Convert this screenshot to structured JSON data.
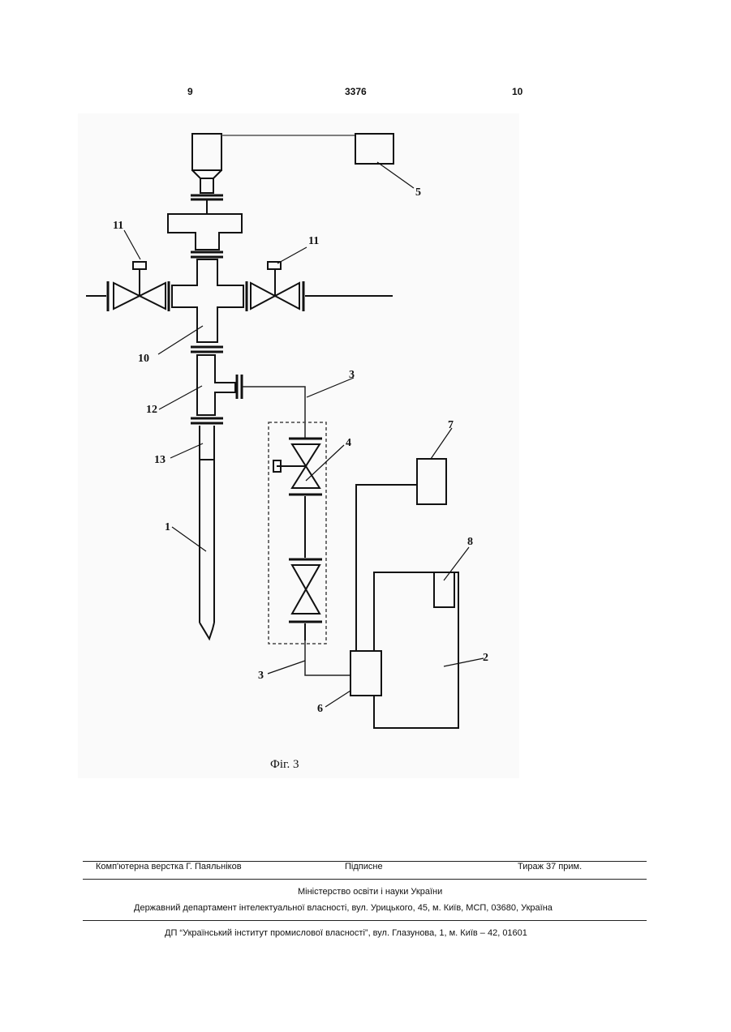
{
  "header": {
    "left_page": "9",
    "patent_number": "3376",
    "right_page": "10"
  },
  "figure": {
    "caption": "Фіг. 3",
    "labels": {
      "l1": "1",
      "l2": "2",
      "l3a": "3",
      "l3b": "3",
      "l4": "4",
      "l5": "5",
      "l6": "6",
      "l7": "7",
      "l8": "8",
      "l10": "10",
      "l11a": "11",
      "l11b": "11",
      "l12": "12",
      "l13": "13"
    }
  },
  "footer": {
    "layout": "Комп'ютерна верстка Г. Паяльніков",
    "signed": "Підписне",
    "circulation": "Тираж 37 прим.",
    "ministry": "Міністерство освіти і науки України",
    "department": "Державний департамент інтелектуальної власності, вул. Урицького, 45, м. Київ, МСП, 03680, Україна",
    "institute": "ДП “Український інститут промислової власності”, вул. Глазунова, 1, м. Київ – 42, 01601"
  }
}
